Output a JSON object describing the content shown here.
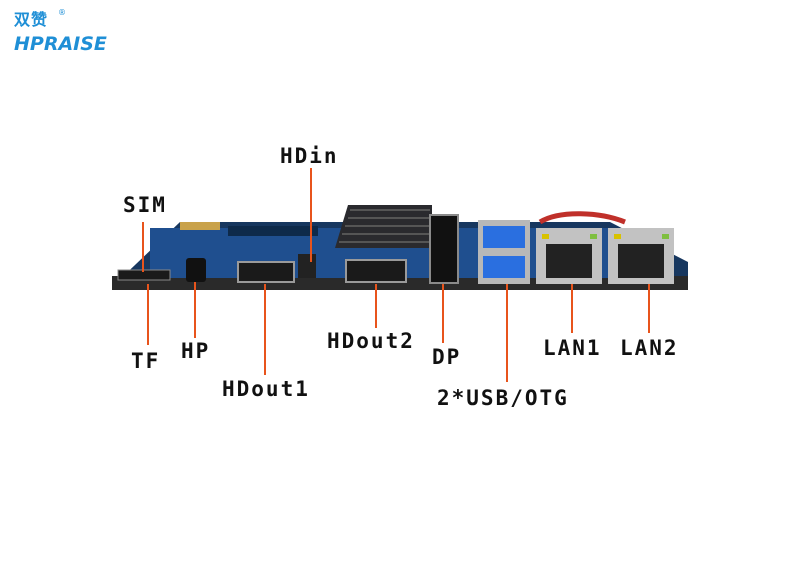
{
  "brand": {
    "chinese_name": "双赞",
    "registered_mark": "®",
    "english_name": "HPRAISE",
    "color": "#1f8fd6"
  },
  "ports": [
    {
      "key": "sim",
      "label": "SIM"
    },
    {
      "key": "tf",
      "label": "TF"
    },
    {
      "key": "hp",
      "label": "HP"
    },
    {
      "key": "hdout1",
      "label": "HDout1"
    },
    {
      "key": "hdin",
      "label": "HDin"
    },
    {
      "key": "hdout2",
      "label": "HDout2"
    },
    {
      "key": "dp",
      "label": "DP"
    },
    {
      "key": "usb",
      "label": "2*USB/OTG"
    },
    {
      "key": "lan1",
      "label": "LAN1"
    },
    {
      "key": "lan2",
      "label": "LAN2"
    }
  ],
  "colors": {
    "leader_line": "#e8541c",
    "pcb": "#1f4f8f",
    "heatsink": "#2a2a2e",
    "usb_blue": "#2a6fe0"
  }
}
